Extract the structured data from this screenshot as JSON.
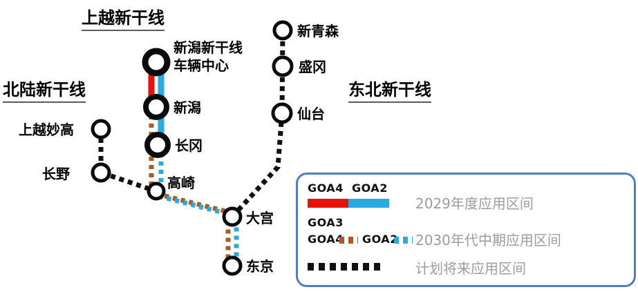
{
  "titles": {
    "joetsu": "上越新干线",
    "hokuriku": "北陆新干线",
    "tohoku": "东北新干线"
  },
  "stations": {
    "shin_aomori": "新青森",
    "morioka": "盛冈",
    "sendai": "仙台",
    "vehicle_center_line1": "新潟新干线",
    "vehicle_center_line2": "车辆中心",
    "niigata": "新潟",
    "nagaoka": "长冈",
    "takasaki": "高崎",
    "joetsu_myoko": "上越妙高",
    "nagano": "长野",
    "omiya": "大宫",
    "tokyo": "东京"
  },
  "legend": {
    "rows": [
      {
        "labels": [
          "GOA4",
          "GOA2"
        ],
        "desc": "2029年度应用区间"
      },
      {
        "labels": [
          "GOA3",
          "GOA4",
          "GOA2"
        ],
        "desc": "2030年代中期应用区间"
      },
      {
        "labels": [],
        "desc": "计划将来应用区间"
      }
    ]
  },
  "colors": {
    "goa4_red": "#e8120c",
    "goa2_blue": "#29abe2",
    "goa34_brown": "#aa5b22",
    "future_black": "#111111",
    "legend_border": "#4d7ebf",
    "legend_text": "#9c9c9c"
  }
}
